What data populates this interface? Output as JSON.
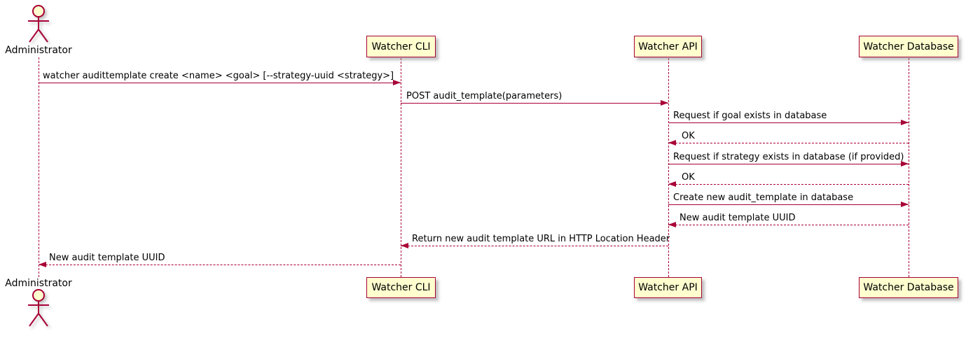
{
  "diagram": {
    "type": "sequence",
    "colors": {
      "accent": "#A80036",
      "participant_fill": "#FEFECE",
      "background": "#FFFFFF",
      "text": "#000000"
    },
    "actor": {
      "name": "Administrator"
    },
    "participants": [
      {
        "label": "Watcher CLI"
      },
      {
        "label": "Watcher API"
      },
      {
        "label": "Watcher Database"
      }
    ],
    "messages": [
      {
        "from": "Administrator",
        "to": "Watcher CLI",
        "style": "solid",
        "text": "watcher audittemplate create <name> <goal> [--strategy-uuid <strategy>]"
      },
      {
        "from": "Watcher CLI",
        "to": "Watcher API",
        "style": "solid",
        "text": "POST audit_template(parameters)"
      },
      {
        "from": "Watcher API",
        "to": "Watcher Database",
        "style": "solid",
        "text": "Request if goal exists in database"
      },
      {
        "from": "Watcher Database",
        "to": "Watcher API",
        "style": "dotted",
        "text": "OK"
      },
      {
        "from": "Watcher API",
        "to": "Watcher Database",
        "style": "solid",
        "text": "Request if strategy exists in database (if provided)"
      },
      {
        "from": "Watcher Database",
        "to": "Watcher API",
        "style": "dotted",
        "text": "OK"
      },
      {
        "from": "Watcher API",
        "to": "Watcher Database",
        "style": "solid",
        "text": "Create new audit_template in database"
      },
      {
        "from": "Watcher Database",
        "to": "Watcher API",
        "style": "dotted",
        "text": "New audit template UUID"
      },
      {
        "from": "Watcher API",
        "to": "Watcher CLI",
        "style": "dotted",
        "text": "Return new audit template URL in HTTP Location Header"
      },
      {
        "from": "Watcher CLI",
        "to": "Administrator",
        "style": "dotted",
        "text": "New audit template UUID"
      }
    ]
  }
}
